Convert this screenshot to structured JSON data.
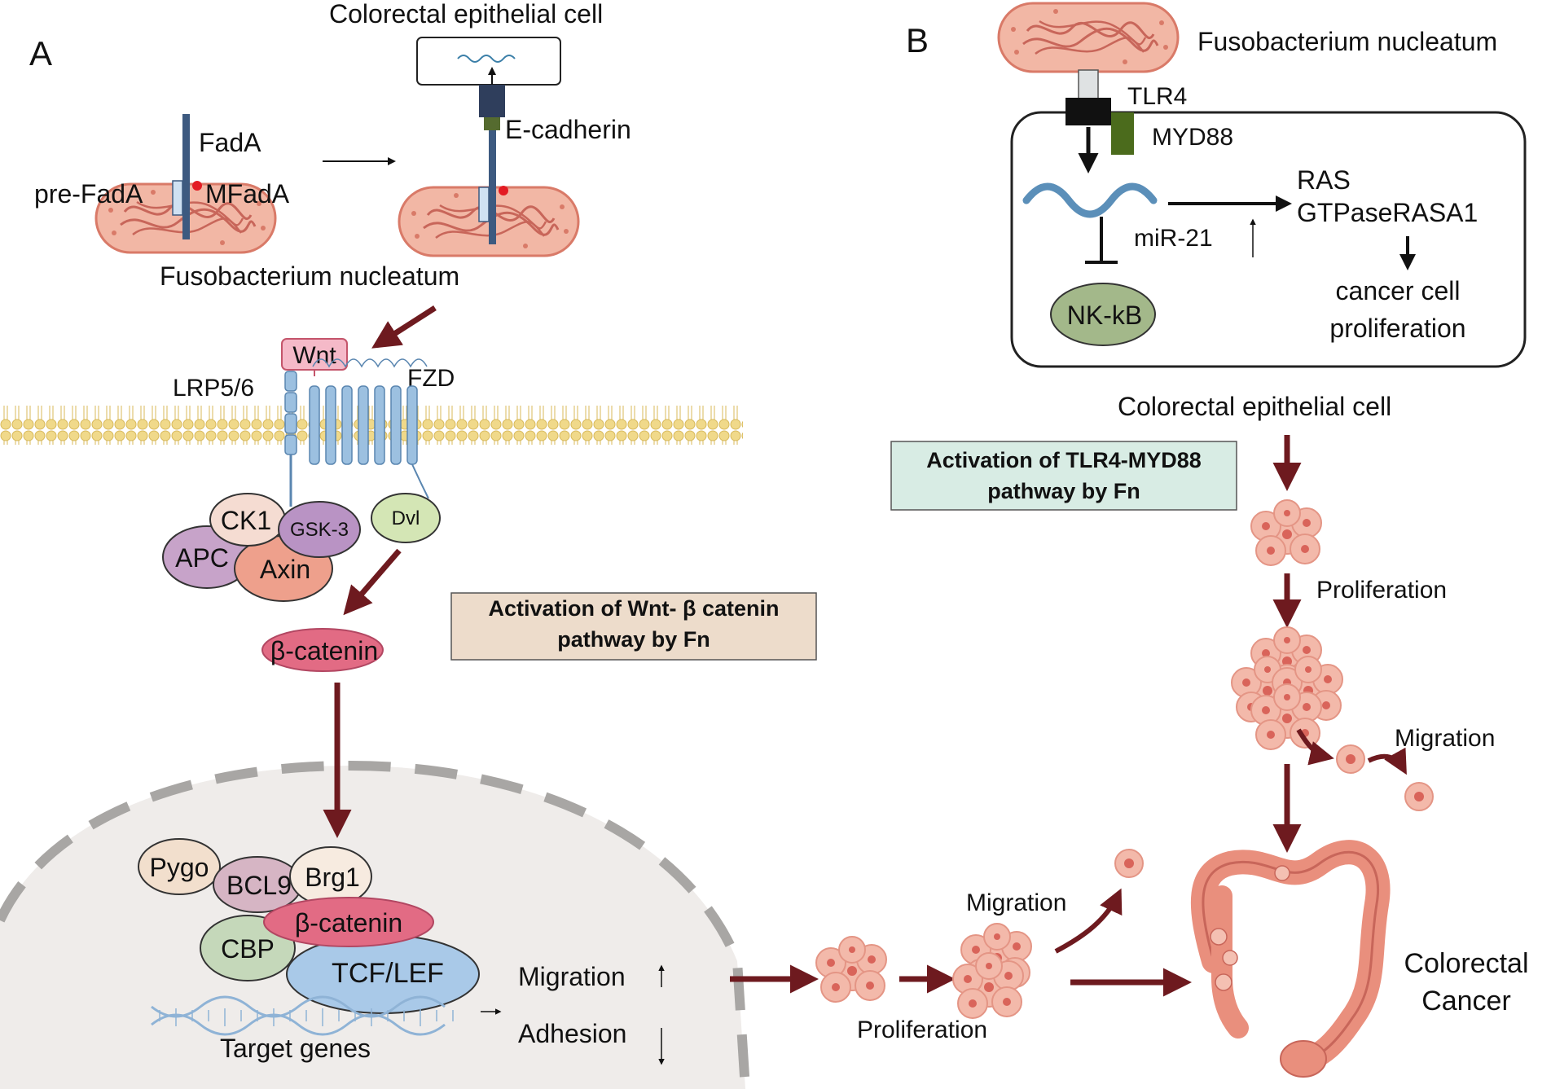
{
  "panel_a": {
    "letter": "A",
    "top": {
      "epithelial_cell": "Colorectal epithelial cell",
      "fada": "FadA",
      "pre_fada": "pre-FadA",
      "mfada": "MFadA",
      "e_cadherin": "E-cadherin",
      "bacterium": "Fusobacterium nucleatum"
    },
    "membrane": {
      "wnt": "Wnt",
      "lrp": "LRP5/6",
      "fzd": "FZD"
    },
    "complex": {
      "ck1": "CK1",
      "gsk3": "GSK-3",
      "dvl": "Dvl",
      "apc": "APC",
      "axin": "Axin",
      "beta_catenin": "β-catenin"
    },
    "box": {
      "line1": "Activation of Wnt- β catenin",
      "line2": "pathway by Fn"
    },
    "nucleus": {
      "pygo": "Pygo",
      "bcl9": "BCL9",
      "brg1": "Brg1",
      "cbp": "CBP",
      "beta_catenin": "β-catenin",
      "tcf_lef": "TCF/LEF",
      "target_genes": "Target genes",
      "migration": "Migration",
      "adhesion": "Adhesion"
    },
    "bottom": {
      "migration": "Migration",
      "proliferation": "Proliferation",
      "cancer_line1": "Colorectal",
      "cancer_line2": "Cancer"
    }
  },
  "panel_b": {
    "letter": "B",
    "bacterium": "Fusobacterium nucleatum",
    "tlr4": "TLR4",
    "myd88": "MYD88",
    "mir21": "miR-21",
    "ras": "RAS",
    "gtpase": "GTPaseRASA1",
    "nfkb": "NK-kB",
    "cancer_prolif_1": "cancer cell",
    "cancer_prolif_2": "proliferation",
    "epithelial_cell": "Colorectal epithelial cell",
    "box": {
      "line1": "Activation of TLR4-MYD88",
      "line2": "pathway by Fn"
    },
    "proliferation": "Proliferation",
    "migration": "Migration"
  },
  "colors": {
    "arrow": "#6e1a1f",
    "bacterium_fill": "#f2b7a5",
    "bacterium_stroke": "#d97a68",
    "membrane": "#f0d98a",
    "receptor": "#9cc0e0",
    "box_a": "#eddccb",
    "box_b": "#d8ece4",
    "nucleus": "#efecea"
  }
}
